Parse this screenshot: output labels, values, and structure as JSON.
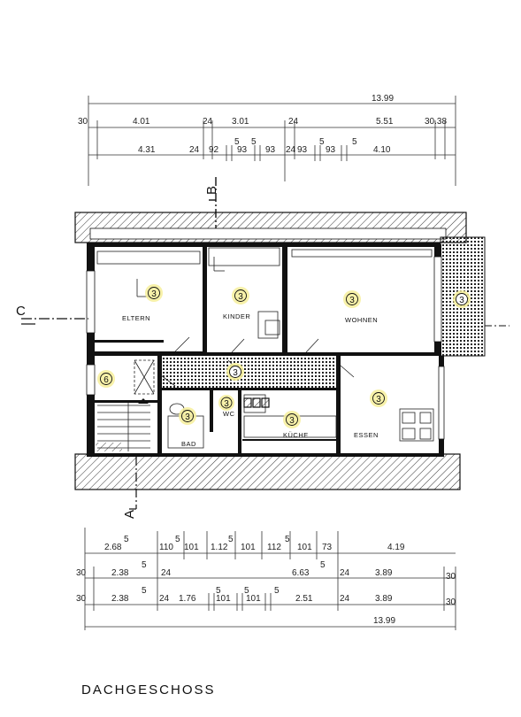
{
  "title": "DACHGESCHOSS",
  "section_markers": {
    "a": "A",
    "b": "B",
    "c": "C"
  },
  "top_dims": {
    "total": "13.99",
    "row1": [
      "30",
      "4.01",
      "24",
      "3.01",
      "24",
      "5.51",
      "30.38"
    ],
    "row2": [
      "4.31",
      "24",
      "92",
      "5",
      "93",
      "5",
      "93",
      "24",
      "93",
      "5",
      "93",
      "5",
      "4.10"
    ]
  },
  "bottom_dims": {
    "row1": [
      "2.68",
      "110",
      "101",
      "1.12",
      "101",
      "112",
      "101",
      "73",
      "4.19"
    ],
    "row2": [
      "30",
      "2.38",
      "24",
      "6.63",
      "24",
      "3.89",
      "30"
    ],
    "row3": [
      "30",
      "2.38",
      "24",
      "1.76",
      "101",
      "101",
      "2.51",
      "24",
      "3.89",
      "30"
    ],
    "total": "13.99",
    "superscripts": "5"
  },
  "rooms": [
    {
      "id": "eltern",
      "label": "ELTERN",
      "marker": "3"
    },
    {
      "id": "kinder",
      "label": "KINDER",
      "marker": "3"
    },
    {
      "id": "wohnen",
      "label": "WOHNEN",
      "marker": "3"
    },
    {
      "id": "balcony",
      "label": "",
      "marker": "3"
    },
    {
      "id": "stair",
      "label": "",
      "marker": "6"
    },
    {
      "id": "hall",
      "label": "",
      "marker": "3"
    },
    {
      "id": "wc",
      "label": "WC",
      "marker": "3"
    },
    {
      "id": "bad",
      "label": "BAD",
      "marker": "3"
    },
    {
      "id": "kueche",
      "label": "KÜCHE",
      "marker": "3"
    },
    {
      "id": "essen",
      "label": "ESSEN",
      "marker": "3"
    }
  ],
  "colors": {
    "marker_highlight": "#f6ef9a",
    "line": "#111111"
  }
}
